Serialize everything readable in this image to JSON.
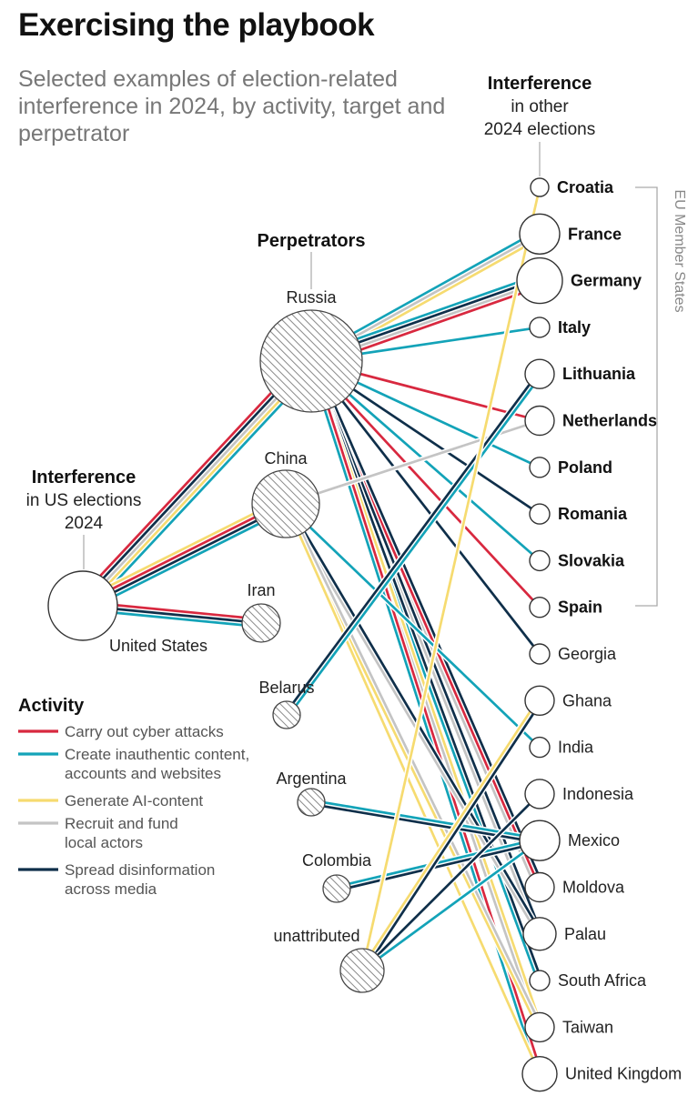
{
  "title": "Exercising the playbook",
  "subtitle": "Selected examples of election-related interference in 2024, by activity, target and perpetrator",
  "headers": {
    "perpetrators": "Perpetrators",
    "us_bold": "Interference",
    "us_line1": "in US elections",
    "us_line2": "2024",
    "other_bold": "Interference",
    "other_line1": "in other",
    "other_line2": "2024 elections",
    "us_node_label": "United States"
  },
  "eu_bracket_label": "EU Member States",
  "legend": {
    "title": "Activity",
    "items": [
      {
        "key": "cyber",
        "lines": [
          "Carry out cyber attacks"
        ],
        "color": "#d8283f"
      },
      {
        "key": "content",
        "lines": [
          "Create inauthentic content,",
          "accounts and websites"
        ],
        "color": "#13a3b8"
      },
      {
        "key": "ai",
        "lines": [
          "Generate AI-content"
        ],
        "color": "#f6db70"
      },
      {
        "key": "fund",
        "lines": [
          "Recruit and fund",
          "local actors"
        ],
        "color": "#c4c4c4"
      },
      {
        "key": "disinfo",
        "lines": [
          "Spread disinformation",
          "across media"
        ],
        "color": "#0f2f4a"
      }
    ]
  },
  "perpetrators": [
    {
      "id": "russia",
      "label": "Russia"
    },
    {
      "id": "china",
      "label": "China"
    },
    {
      "id": "iran",
      "label": "Iran"
    },
    {
      "id": "belarus",
      "label": "Belarus"
    },
    {
      "id": "argentina",
      "label": "Argentina"
    },
    {
      "id": "colombia",
      "label": "Colombia"
    },
    {
      "id": "unattributed",
      "label": "unattributed"
    }
  ],
  "targets": [
    {
      "id": "croatia",
      "label": "Croatia",
      "bold": true
    },
    {
      "id": "france",
      "label": "France",
      "bold": true
    },
    {
      "id": "germany",
      "label": "Germany",
      "bold": true
    },
    {
      "id": "italy",
      "label": "Italy",
      "bold": true
    },
    {
      "id": "lithuania",
      "label": "Lithuania",
      "bold": true
    },
    {
      "id": "netherlands",
      "label": "Netherlands",
      "bold": true
    },
    {
      "id": "poland",
      "label": "Poland",
      "bold": true
    },
    {
      "id": "romania",
      "label": "Romania",
      "bold": true
    },
    {
      "id": "slovakia",
      "label": "Slovakia",
      "bold": true
    },
    {
      "id": "spain",
      "label": "Spain",
      "bold": true
    },
    {
      "id": "georgia",
      "label": "Georgia",
      "bold": false
    },
    {
      "id": "ghana",
      "label": "Ghana",
      "bold": false
    },
    {
      "id": "india",
      "label": "India",
      "bold": false
    },
    {
      "id": "indonesia",
      "label": "Indonesia",
      "bold": false
    },
    {
      "id": "mexico",
      "label": "Mexico",
      "bold": false
    },
    {
      "id": "moldova",
      "label": "Moldova",
      "bold": false
    },
    {
      "id": "palau",
      "label": "Palau",
      "bold": false
    },
    {
      "id": "southafrica",
      "label": "South Africa",
      "bold": false
    },
    {
      "id": "taiwan",
      "label": "Taiwan",
      "bold": false
    },
    {
      "id": "uk",
      "label": "United Kingdom",
      "bold": false
    }
  ],
  "links": [
    {
      "from": "russia",
      "to": "us",
      "activities": [
        "content",
        "ai",
        "fund",
        "disinfo",
        "cyber"
      ]
    },
    {
      "from": "china",
      "to": "us",
      "activities": [
        "content",
        "disinfo",
        "cyber",
        "ai"
      ]
    },
    {
      "from": "iran",
      "to": "us",
      "activities": [
        "content",
        "disinfo",
        "cyber"
      ]
    },
    {
      "from": "russia",
      "to": "france",
      "activities": [
        "content",
        "fund",
        "ai"
      ]
    },
    {
      "from": "russia",
      "to": "germany",
      "activities": [
        "content",
        "disinfo",
        "fund",
        "cyber"
      ]
    },
    {
      "from": "russia",
      "to": "italy",
      "activities": [
        "content"
      ]
    },
    {
      "from": "russia",
      "to": "netherlands",
      "activities": [
        "cyber"
      ]
    },
    {
      "from": "russia",
      "to": "poland",
      "activities": [
        "content"
      ]
    },
    {
      "from": "russia",
      "to": "romania",
      "activities": [
        "disinfo"
      ]
    },
    {
      "from": "russia",
      "to": "slovakia",
      "activities": [
        "content"
      ]
    },
    {
      "from": "russia",
      "to": "spain",
      "activities": [
        "cyber"
      ]
    },
    {
      "from": "russia",
      "to": "georgia",
      "activities": [
        "disinfo"
      ]
    },
    {
      "from": "russia",
      "to": "moldova",
      "activities": [
        "disinfo",
        "cyber",
        "fund"
      ]
    },
    {
      "from": "russia",
      "to": "palau",
      "activities": [
        "disinfo",
        "fund"
      ]
    },
    {
      "from": "russia",
      "to": "southafrica",
      "activities": [
        "disinfo",
        "content"
      ]
    },
    {
      "from": "russia",
      "to": "taiwan",
      "activities": [
        "ai",
        "fund"
      ]
    },
    {
      "from": "russia",
      "to": "uk",
      "activities": [
        "cyber",
        "content"
      ]
    },
    {
      "from": "china",
      "to": "netherlands",
      "activities": [
        "fund"
      ]
    },
    {
      "from": "china",
      "to": "india",
      "activities": [
        "content"
      ]
    },
    {
      "from": "china",
      "to": "palau",
      "activities": [
        "disinfo",
        "fund"
      ]
    },
    {
      "from": "china",
      "to": "taiwan",
      "activities": [
        "fund",
        "ai"
      ]
    },
    {
      "from": "china",
      "to": "uk",
      "activities": [
        "ai"
      ]
    },
    {
      "from": "belarus",
      "to": "lithuania",
      "activities": [
        "disinfo",
        "content"
      ]
    },
    {
      "from": "argentina",
      "to": "mexico",
      "activities": [
        "content",
        "disinfo"
      ]
    },
    {
      "from": "colombia",
      "to": "mexico",
      "activities": [
        "content",
        "disinfo"
      ]
    },
    {
      "from": "unattributed",
      "to": "croatia",
      "activities": [
        "ai"
      ]
    },
    {
      "from": "unattributed",
      "to": "ghana",
      "activities": [
        "ai",
        "disinfo"
      ]
    },
    {
      "from": "unattributed",
      "to": "indonesia",
      "activities": [
        "disinfo"
      ]
    },
    {
      "from": "unattributed",
      "to": "mexico",
      "activities": [
        "content"
      ]
    }
  ]
}
